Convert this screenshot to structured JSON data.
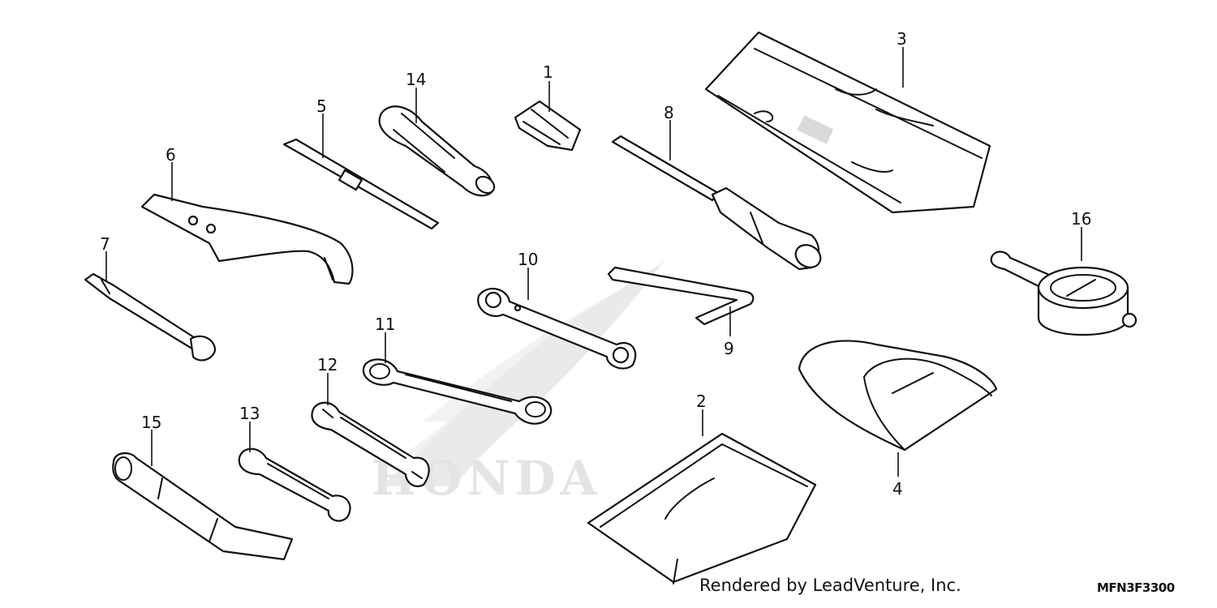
{
  "diagram": {
    "callouts": [
      {
        "id": "1",
        "label": "1"
      },
      {
        "id": "2",
        "label": "2"
      },
      {
        "id": "3",
        "label": "3"
      },
      {
        "id": "4",
        "label": "4"
      },
      {
        "id": "5",
        "label": "5"
      },
      {
        "id": "6",
        "label": "6"
      },
      {
        "id": "7",
        "label": "7"
      },
      {
        "id": "8",
        "label": "8"
      },
      {
        "id": "9",
        "label": "9"
      },
      {
        "id": "10",
        "label": "10"
      },
      {
        "id": "11",
        "label": "11"
      },
      {
        "id": "12",
        "label": "12"
      },
      {
        "id": "13",
        "label": "13"
      },
      {
        "id": "14",
        "label": "14"
      },
      {
        "id": "15",
        "label": "15"
      },
      {
        "id": "16",
        "label": "16"
      }
    ],
    "watermark": "HONDA",
    "credit": "Rendered by LeadVenture, Inc.",
    "diagram_code": "MFN3F3300"
  }
}
